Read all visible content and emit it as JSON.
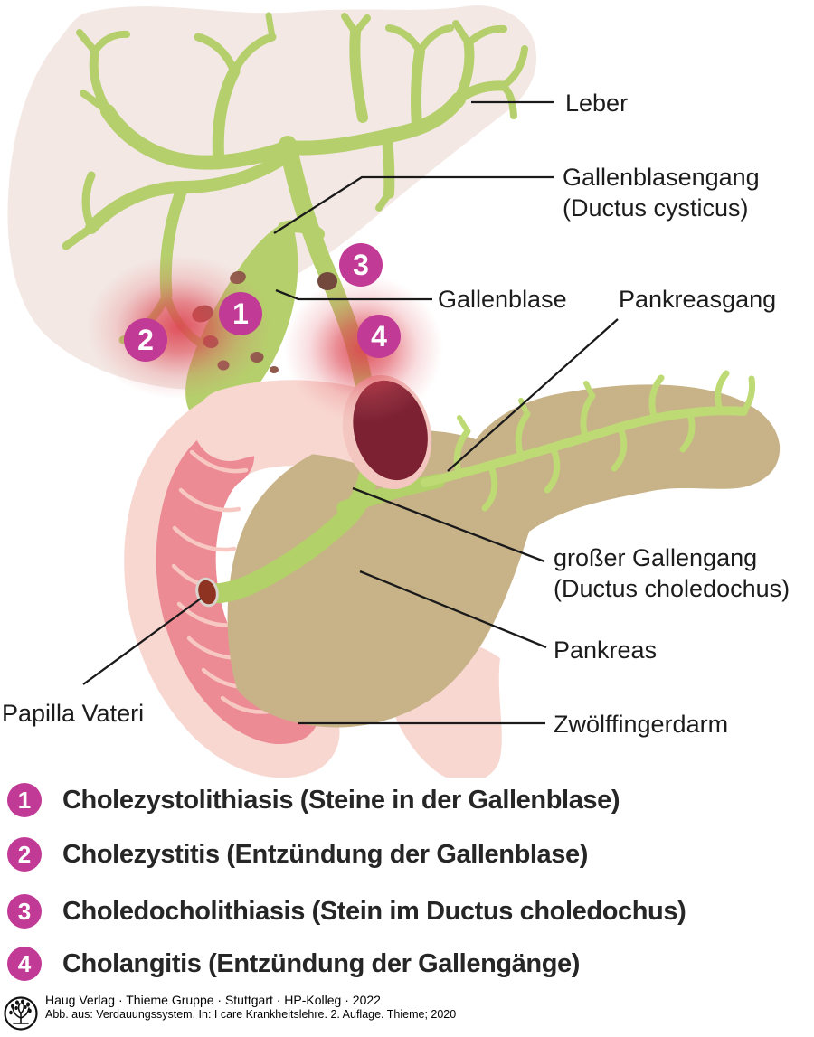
{
  "diagram": {
    "labels": {
      "leber": "Leber",
      "gallenblasengang": "Gallenblasengang",
      "gallenblasengang_sub": "(Ductus cysticus)",
      "gallenblase": "Gallenblase",
      "pankreasgang": "Pankreasgang",
      "grosser_gallengang": "großer Gallengang",
      "grosser_gallengang_sub": "(Ductus choledochus)",
      "pankreas": "Pankreas",
      "zwoelffingerdarm": "Zwölffingerdarm",
      "papilla_vateri": "Papilla Vateri"
    }
  },
  "legend": {
    "items": [
      {
        "number": "1",
        "label": "Cholezystolithiasis (Steine in der Gallenblase)"
      },
      {
        "number": "2",
        "label": "Cholezystitis (Entzündung der Gallenblase)"
      },
      {
        "number": "3",
        "label": "Choledocholithiasis (Stein im Ductus choledochus)"
      },
      {
        "number": "4",
        "label": "Cholangitis (Entzündung der Gallengänge)"
      }
    ]
  },
  "footer": {
    "publisher_line": "Haug Verlag · Thieme Gruppe · Stuttgart · HP-Kolleg · 2022",
    "source_line": "Abb. aus: Verdauungssystem. In: I care Krankheitslehre. 2. Auflage. Thieme; 2020"
  },
  "colors": {
    "marker_magenta": "#c13a95",
    "bile_duct_green": "#b5cf6c",
    "bright_duct_green": "#b2d168",
    "pancreatic_duct_green": "#bdda74",
    "liver_pink": "#f3e8e4",
    "pancreas_olive": "#c8b389",
    "duodenum_pink": "#f8d7d1",
    "mucosa_rose": "#ec8b94",
    "mucosa_fold_pink": "#f7c8c2",
    "inflammation_red": "#dd4350",
    "stone_brown": "#8f5a4b",
    "duct_stone_brown": "#74493d",
    "opening_maroon": "#7c2132",
    "opening_rim_pink": "#f3c6c0",
    "papilla_brown": "#8e3322",
    "label_text": "#1c1c1c"
  }
}
